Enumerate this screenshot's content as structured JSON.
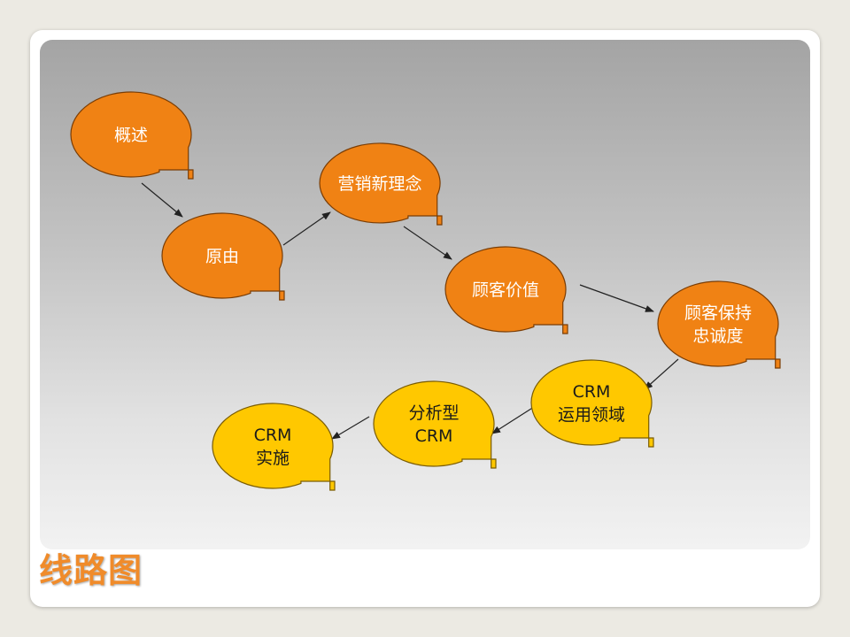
{
  "title": "线路图",
  "colors": {
    "orange_fill": "#f08214",
    "orange_stroke": "#7a3d05",
    "yellow_fill": "#ffc800",
    "yellow_stroke": "#7a5c00",
    "arrow": "#222222",
    "title": "#f08b2a"
  },
  "nodes": [
    {
      "id": "overview",
      "lines": [
        "概述"
      ],
      "style": "orange"
    },
    {
      "id": "origin",
      "lines": [
        "原由"
      ],
      "style": "orange"
    },
    {
      "id": "new-concept",
      "lines": [
        "营销新理念"
      ],
      "style": "orange"
    },
    {
      "id": "customer-value",
      "lines": [
        "顾客价值"
      ],
      "style": "orange"
    },
    {
      "id": "loyalty",
      "lines": [
        "顾客保持",
        "忠诚度"
      ],
      "style": "orange"
    },
    {
      "id": "crm-fields",
      "lines": [
        "CRM",
        "运用领域"
      ],
      "style": "yellow"
    },
    {
      "id": "analytical-crm",
      "lines": [
        "分析型",
        "CRM"
      ],
      "style": "yellow"
    },
    {
      "id": "crm-implementation",
      "lines": [
        "CRM",
        "实施"
      ],
      "style": "yellow"
    }
  ],
  "edges": [
    {
      "from": "overview",
      "to": "origin"
    },
    {
      "from": "origin",
      "to": "new-concept"
    },
    {
      "from": "new-concept",
      "to": "customer-value"
    },
    {
      "from": "customer-value",
      "to": "loyalty"
    },
    {
      "from": "loyalty",
      "to": "crm-fields"
    },
    {
      "from": "crm-fields",
      "to": "analytical-crm"
    },
    {
      "from": "analytical-crm",
      "to": "crm-implementation"
    }
  ]
}
